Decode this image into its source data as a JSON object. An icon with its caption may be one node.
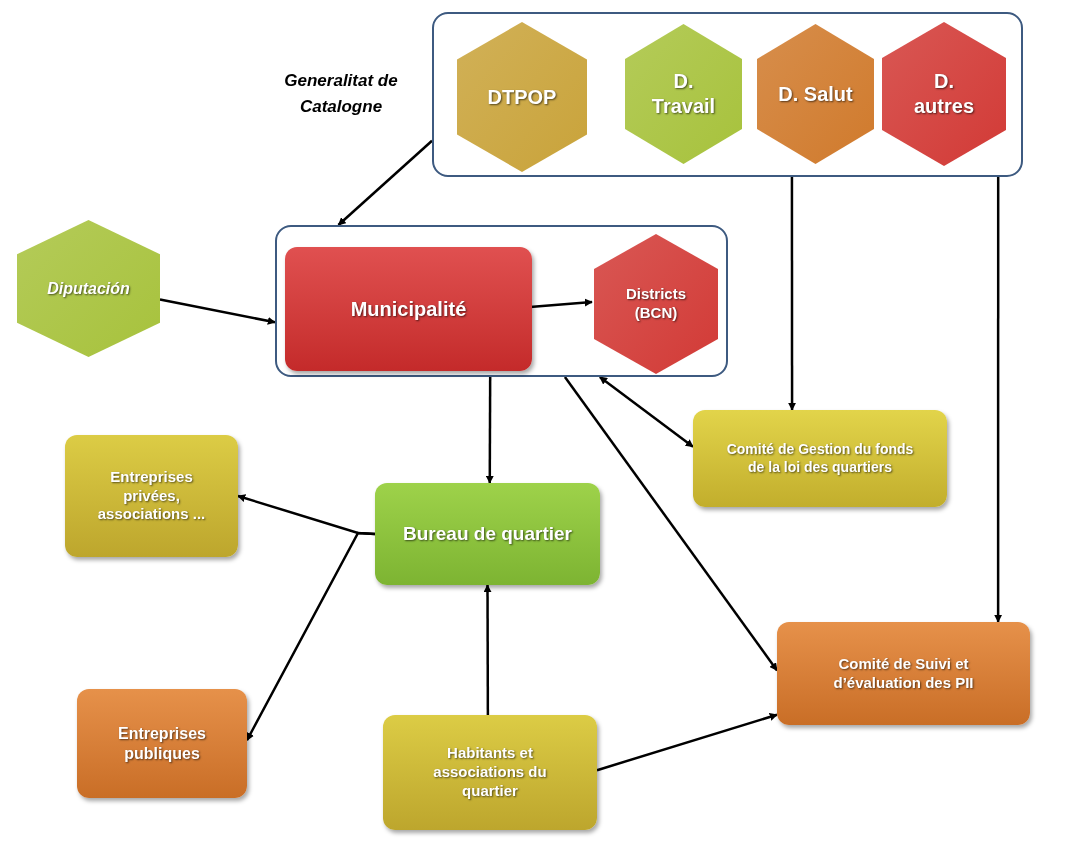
{
  "diagram": {
    "nodes": [
      {
        "text": [
          "Generalitat de Catalogne"
        ]
      },
      {
        "text": [
          "DTPOP"
        ],
        "in": 0
      },
      {
        "text": [
          "D. Travail"
        ],
        "in": 0
      },
      {
        "text": [
          "D. Salut"
        ],
        "in": 0
      },
      {
        "text": [
          "D. autres"
        ],
        "in": 0
      },
      {
        "text": [
          "Diputación"
        ]
      },
      {
        "text": [],
        "shape": "box"
      },
      {
        "text": [
          "Municipalité"
        ],
        "in": 6
      },
      {
        "text": [
          "Districts (BCN)"
        ],
        "in": 6
      },
      {
        "text": [
          "Comité de Gestion du fonds de la loi des quartiers"
        ]
      },
      {
        "text": [
          "Entreprises privées, associations ..."
        ]
      },
      {
        "text": [
          "Bureau de quartier"
        ]
      },
      {
        "text": [
          "Comité de Suivi et d’évaluation des PII"
        ]
      },
      {
        "text": [
          "Entreprises publiques"
        ]
      },
      {
        "text": [
          "Habitants et associations du quartier"
        ]
      }
    ],
    "edges": [
      {
        "from": 0,
        "to": 6,
        "arrow": "to"
      },
      {
        "from": 5,
        "to": 6,
        "arrow": "to"
      },
      {
        "from": 7,
        "to": 8,
        "arrow": "to"
      },
      {
        "from": 0,
        "to": 9,
        "arrow": "to"
      },
      {
        "from": 0,
        "to": 12,
        "arrow": "to"
      },
      {
        "from": 6,
        "to": 11,
        "arrow": "to"
      },
      {
        "from": 6,
        "to": 9,
        "arrow": "both"
      },
      {
        "from": 6,
        "to": 12,
        "arrow": "to"
      },
      {
        "from": 11,
        "to": 10,
        "arrow": "to"
      },
      {
        "from": 11,
        "to": 13,
        "arrow": "to"
      },
      {
        "from": 14,
        "to": 11,
        "arrow": "to"
      },
      {
        "from": 14,
        "to": 12,
        "arrow": "to"
      }
    ]
  }
}
